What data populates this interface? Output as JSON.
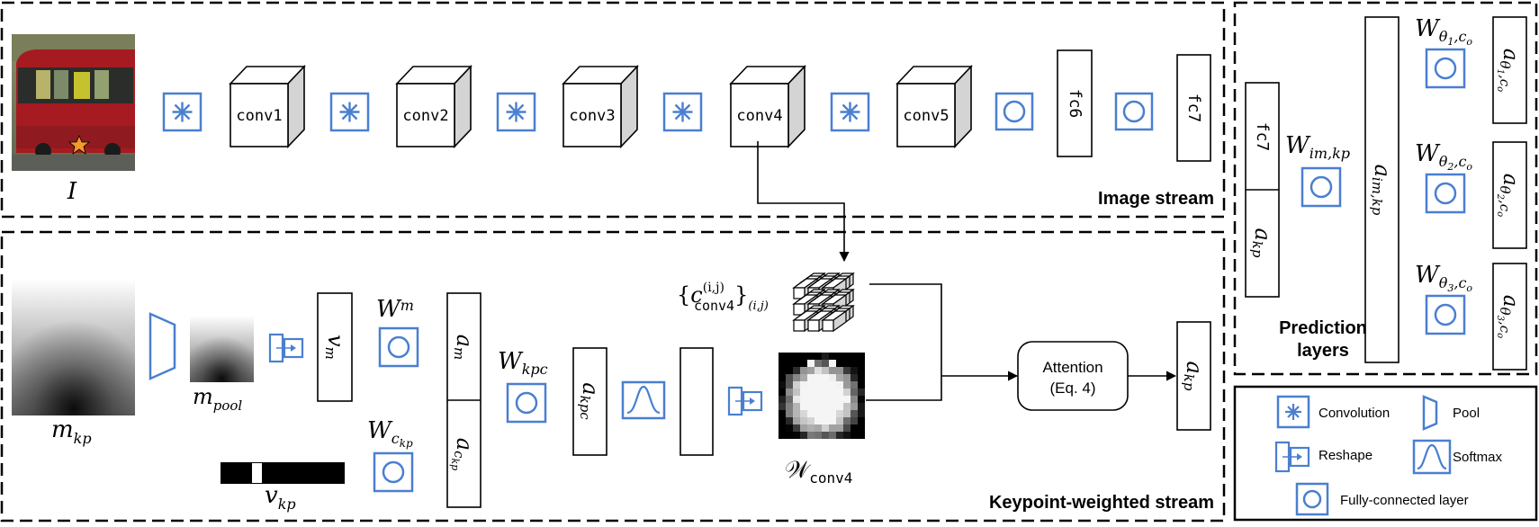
{
  "image_stream": {
    "title": "Image stream",
    "input_label": "I",
    "conv_layers": [
      "conv1",
      "conv2",
      "conv3",
      "conv4",
      "conv5"
    ],
    "fc_layers": [
      "fc6",
      "fc7"
    ]
  },
  "keypoint_stream": {
    "title": "Keypoint-weighted stream",
    "m_kp": "m",
    "m_kp_sub": "kp",
    "m_pool": "m",
    "m_pool_sub": "pool",
    "v_m": "v",
    "v_m_sub": "m",
    "w_m": "W",
    "w_m_sub": "m",
    "w_ckp": "W",
    "w_ckp_sub": "c",
    "w_ckp_subsub": "kp",
    "v_kp": "v",
    "v_kp_sub": "kp",
    "a_m": "a",
    "a_m_sub": "m",
    "a_ckp": "a",
    "a_ckp_sub": "c",
    "a_ckp_subsub": "kp",
    "w_kpc": "W",
    "w_kpc_sub": "kpc",
    "a_kpc": "a",
    "a_kpc_sub": "kpc",
    "features_label_c": "c",
    "features_label_sup": "(i,j)",
    "features_label_sub": "conv4",
    "features_label_outer_sub": "(i,j)",
    "weights_label": "𝒲",
    "weights_sub": "conv4",
    "attention_line1": "Attention",
    "attention_line2": "(Eq. 4)",
    "a_kp": "a",
    "a_kp_sub": "kp"
  },
  "prediction_layers": {
    "title_line1": "Prediction",
    "title_line2": "layers",
    "fc7": "fc7",
    "a_kp": "a",
    "a_kp_sub": "kp",
    "w_imkp": "W",
    "w_imkp_sub": "im,kp",
    "a_imkp": "a",
    "a_imkp_sub": "im,kp",
    "heads": [
      {
        "w": "W",
        "w_sub": "θ",
        "w_subsub": "1",
        "w_tail": ",c",
        "w_tailsub": "o",
        "a": "a",
        "a_sub": "θ",
        "a_subsub": "1",
        "a_tail": ",c",
        "a_tailsub": "o"
      },
      {
        "w": "W",
        "w_sub": "θ",
        "w_subsub": "2",
        "w_tail": ",c",
        "w_tailsub": "o",
        "a": "a",
        "a_sub": "θ",
        "a_subsub": "2",
        "a_tail": ",c",
        "a_tailsub": "o"
      },
      {
        "w": "W",
        "w_sub": "θ",
        "w_subsub": "3",
        "w_tail": ",c",
        "w_tailsub": "o",
        "a": "a",
        "a_sub": "θ",
        "a_subsub": "3",
        "a_tail": ",c",
        "a_tailsub": "o"
      }
    ]
  },
  "legend": {
    "convolution": "Convolution",
    "pool": "Pool",
    "reshape": "Reshape",
    "softmax": "Softmax",
    "fc": "Fully-connected layer"
  },
  "colors": {
    "accent_blue": "#4a7fd0",
    "cube_side": "#d4d4d4"
  }
}
